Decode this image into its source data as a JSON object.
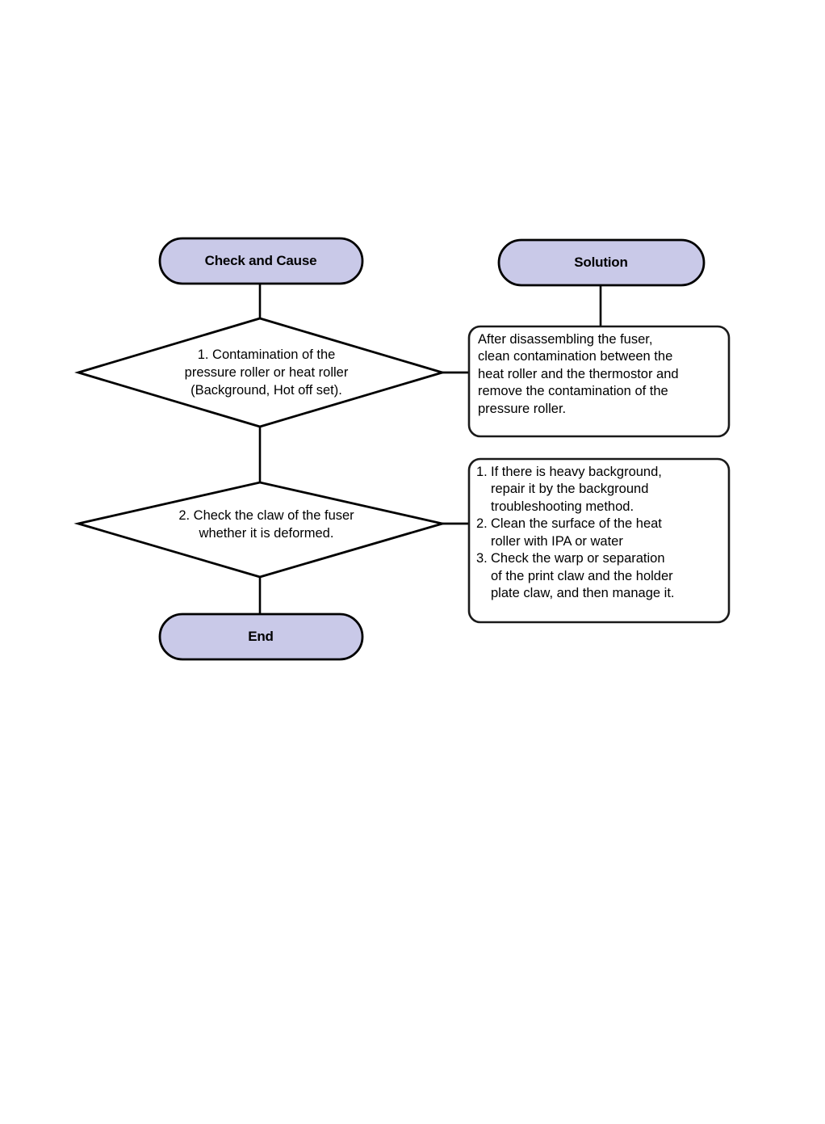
{
  "diagram": {
    "type": "flowchart",
    "title_nodes": {
      "check_and_cause": "Check and Cause",
      "solution": "Solution",
      "end": "End"
    },
    "colors": {
      "node_fill": "#c9c9e8",
      "node_stroke": "#000000",
      "box_fill": "#ffffff",
      "box_stroke": "#1a1a1a",
      "connector": "#000000",
      "text": "#000000",
      "page_background": "#ffffff"
    },
    "decisions": [
      {
        "id": "decision-1",
        "text": "1. Contamination of the\npressure roller or heat roller\n(Background, Hot off set)."
      },
      {
        "id": "decision-2",
        "text": "2. Check the claw of the fuser\nwhether it is deformed."
      }
    ],
    "solutions": [
      {
        "id": "solution-1",
        "lines": [
          "After disassembling the fuser,",
          "clean contamination between the",
          "heat roller and the thermostor and",
          "remove the contamination of the",
          "pressure roller."
        ]
      },
      {
        "id": "solution-2",
        "items": [
          {
            "num": "1.",
            "text": "If there is heavy background,\nrepair it by the background\ntroubleshooting method."
          },
          {
            "num": "2.",
            "text": "Clean the surface of the heat\nroller with IPA or water"
          },
          {
            "num": "3.",
            "text": "Check the warp or separation\nof the print claw and the holder\nplate claw, and then manage it."
          }
        ]
      }
    ]
  }
}
